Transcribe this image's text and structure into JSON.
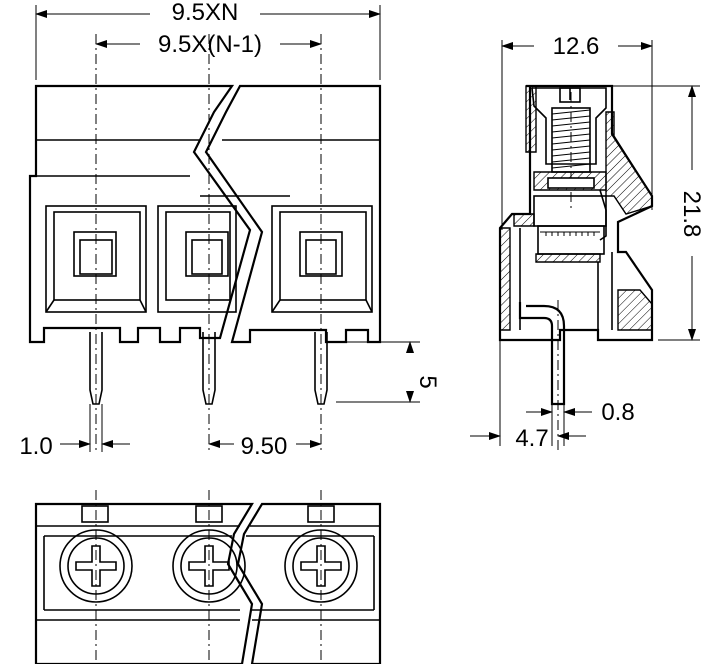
{
  "dimensions": {
    "total_width": "9.5XN",
    "pitch_span": "9.5X(N-1)",
    "depth": "12.6",
    "height": "21.8",
    "pin_length": "5",
    "pin_width": "1.0",
    "pitch": "9.50",
    "pin_thickness": "0.8",
    "pin_offset": "4.7"
  },
  "colors": {
    "line": "#000000",
    "background": "#ffffff"
  }
}
